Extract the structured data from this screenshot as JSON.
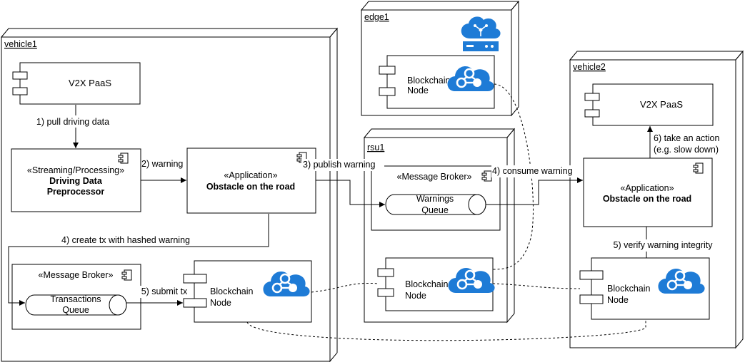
{
  "nodes": {
    "vehicle1": "vehicle1",
    "vehicle2": "vehicle2",
    "edge1": "edge1",
    "rsu1": "rsu1"
  },
  "components": {
    "v1_paas": "V2X PaaS",
    "v2_paas": "V2X PaaS",
    "streaming_stereo": "«Streaming/Processing»",
    "streaming_name_1": "Driving Data",
    "streaming_name_2": "Preprocessor",
    "v1_app_stereo": "«Application»",
    "v1_app_name": "Obstacle on the road",
    "v2_app_stereo": "«Application»",
    "v2_app_name": "Obstacle on the road",
    "v1_broker": "«Message Broker»",
    "rsu_broker": "«Message Broker»",
    "tx_queue_1": "Transactions",
    "tx_queue_2": "Queue",
    "warn_queue_1": "Warnings",
    "warn_queue_2": "Queue",
    "bc_label_1": "Blockchain",
    "bc_label_2": "Node"
  },
  "edges": {
    "pull": "1) pull driving data",
    "warning": "2) warning",
    "publish": "3) publish warning",
    "create_tx": "4) create tx with hashed warning",
    "consume": "4) consume warning",
    "submit": "5) submit tx",
    "verify": "5) verify warning integrity",
    "action_1": "6) take an action",
    "action_2": "(e.g. slow down)"
  },
  "icons": {
    "blockchain": "blockchain-cloud-icon",
    "edge": "edge-cloud-server-icon",
    "component": "uml-component-icon"
  },
  "colors": {
    "icon_blue": "#1e7bd6",
    "line": "#000000"
  }
}
